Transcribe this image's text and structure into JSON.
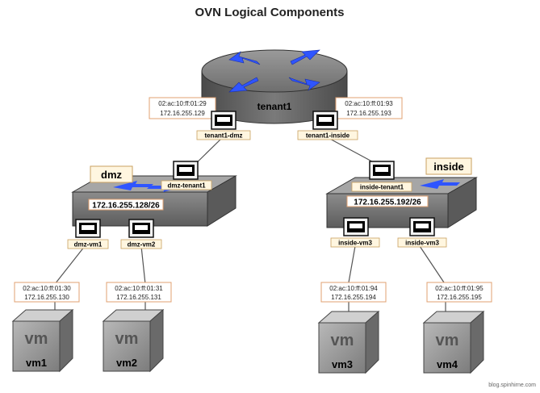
{
  "title": "OVN Logical Components",
  "router": {
    "name": "tenant1",
    "ports": [
      {
        "name": "tenant1-dmz",
        "mac": "02:ac:10:ff:01:29",
        "ip": "172.16.255.129"
      },
      {
        "name": "tenant1-inside",
        "mac": "02:ac:10:ff:01:93",
        "ip": "172.16.255.193"
      }
    ]
  },
  "switches": [
    {
      "name": "dmz",
      "subnet": "172.16.255.128/26",
      "uplink_port": "dmz-tenant1",
      "ports": [
        "dmz-vm1",
        "dmz-vm2"
      ]
    },
    {
      "name": "inside",
      "subnet": "172.16.255.192/26",
      "uplink_port": "inside-tenant1",
      "ports": [
        "inside-vm3",
        "inside-vm3"
      ]
    }
  ],
  "vms": [
    {
      "name": "vm1",
      "icon_text": "vm",
      "mac": "02:ac:10:ff:01:30",
      "ip": "172.16.255.130"
    },
    {
      "name": "vm2",
      "icon_text": "vm",
      "mac": "02:ac:10:ff:01:31",
      "ip": "172.16.255.131"
    },
    {
      "name": "vm3",
      "icon_text": "vm",
      "mac": "02:ac:10:ff:01:94",
      "ip": "172.16.255.194"
    },
    {
      "name": "vm4",
      "icon_text": "vm",
      "mac": "02:ac:10:ff:01:95",
      "ip": "172.16.255.195"
    }
  ],
  "watermark": "blog.spinhirne.com",
  "colors": {
    "device_gray": "#8a8a8a",
    "arrow_blue": "#2f55ff",
    "address_border": "#e0a070",
    "label_box": "#fff6e0"
  }
}
